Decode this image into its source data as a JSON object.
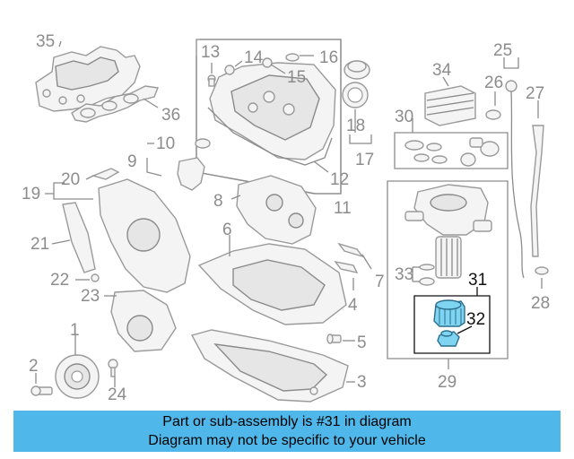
{
  "diagram": {
    "callouts": {
      "c1": "1",
      "c2": "2",
      "c3": "3",
      "c4": "4",
      "c5": "5",
      "c6": "6",
      "c7": "7",
      "c8": "8",
      "c9": "9",
      "c10": "10",
      "c11": "11",
      "c12": "12",
      "c13": "13",
      "c14": "14",
      "c15": "15",
      "c16": "16",
      "c17": "17",
      "c18": "18",
      "c19": "19",
      "c20": "20",
      "c21": "21",
      "c22": "22",
      "c23": "23",
      "c24": "24",
      "c25": "25",
      "c26": "26",
      "c27": "27",
      "c28": "28",
      "c29": "29",
      "c30": "30",
      "c31": "31",
      "c32": "32",
      "c33": "33",
      "c34": "34",
      "c35": "35",
      "c36": "36"
    },
    "highlighted_part": "31",
    "colors": {
      "highlight": "#7fd4f2",
      "banner": "#4fb7ea",
      "line": "#8c8c8c"
    }
  },
  "banner": {
    "line1": "Part or sub-assembly is #31 in diagram",
    "line2": "Diagram may not be specific to your vehicle"
  }
}
